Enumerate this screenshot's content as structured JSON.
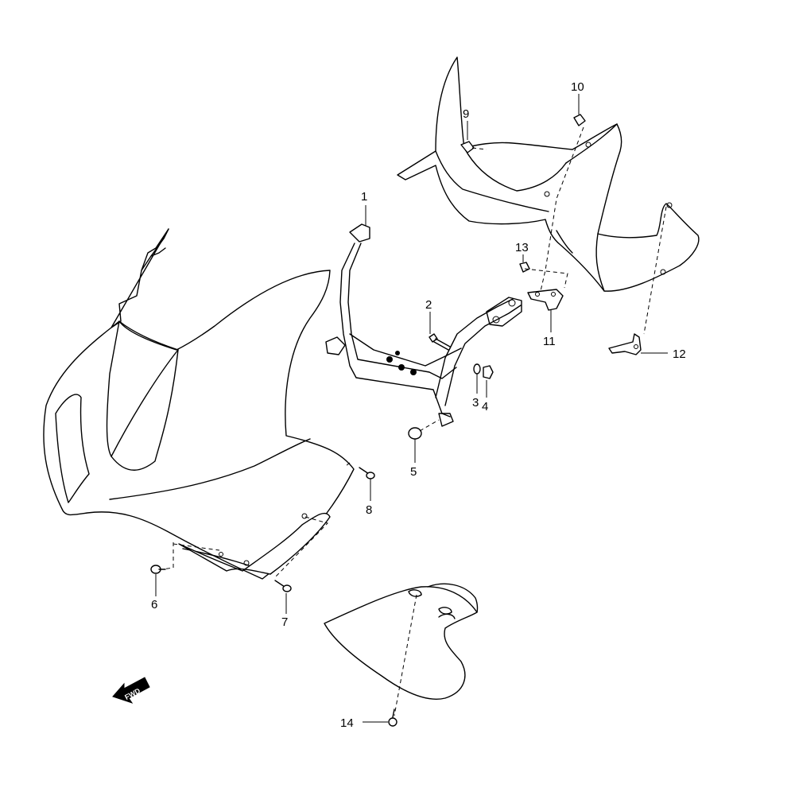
{
  "diagram": {
    "callouts": [
      {
        "id": "1",
        "label": "1"
      },
      {
        "id": "2",
        "label": "2"
      },
      {
        "id": "3",
        "label": "3"
      },
      {
        "id": "4",
        "label": "4"
      },
      {
        "id": "5",
        "label": "5"
      },
      {
        "id": "6",
        "label": "6"
      },
      {
        "id": "7",
        "label": "7"
      },
      {
        "id": "8",
        "label": "8"
      },
      {
        "id": "9",
        "label": "9"
      },
      {
        "id": "10",
        "label": "10"
      },
      {
        "id": "11",
        "label": "11"
      },
      {
        "id": "12",
        "label": "12"
      },
      {
        "id": "13",
        "label": "13"
      },
      {
        "id": "14",
        "label": "14"
      }
    ],
    "fwd_label": "FWD"
  }
}
